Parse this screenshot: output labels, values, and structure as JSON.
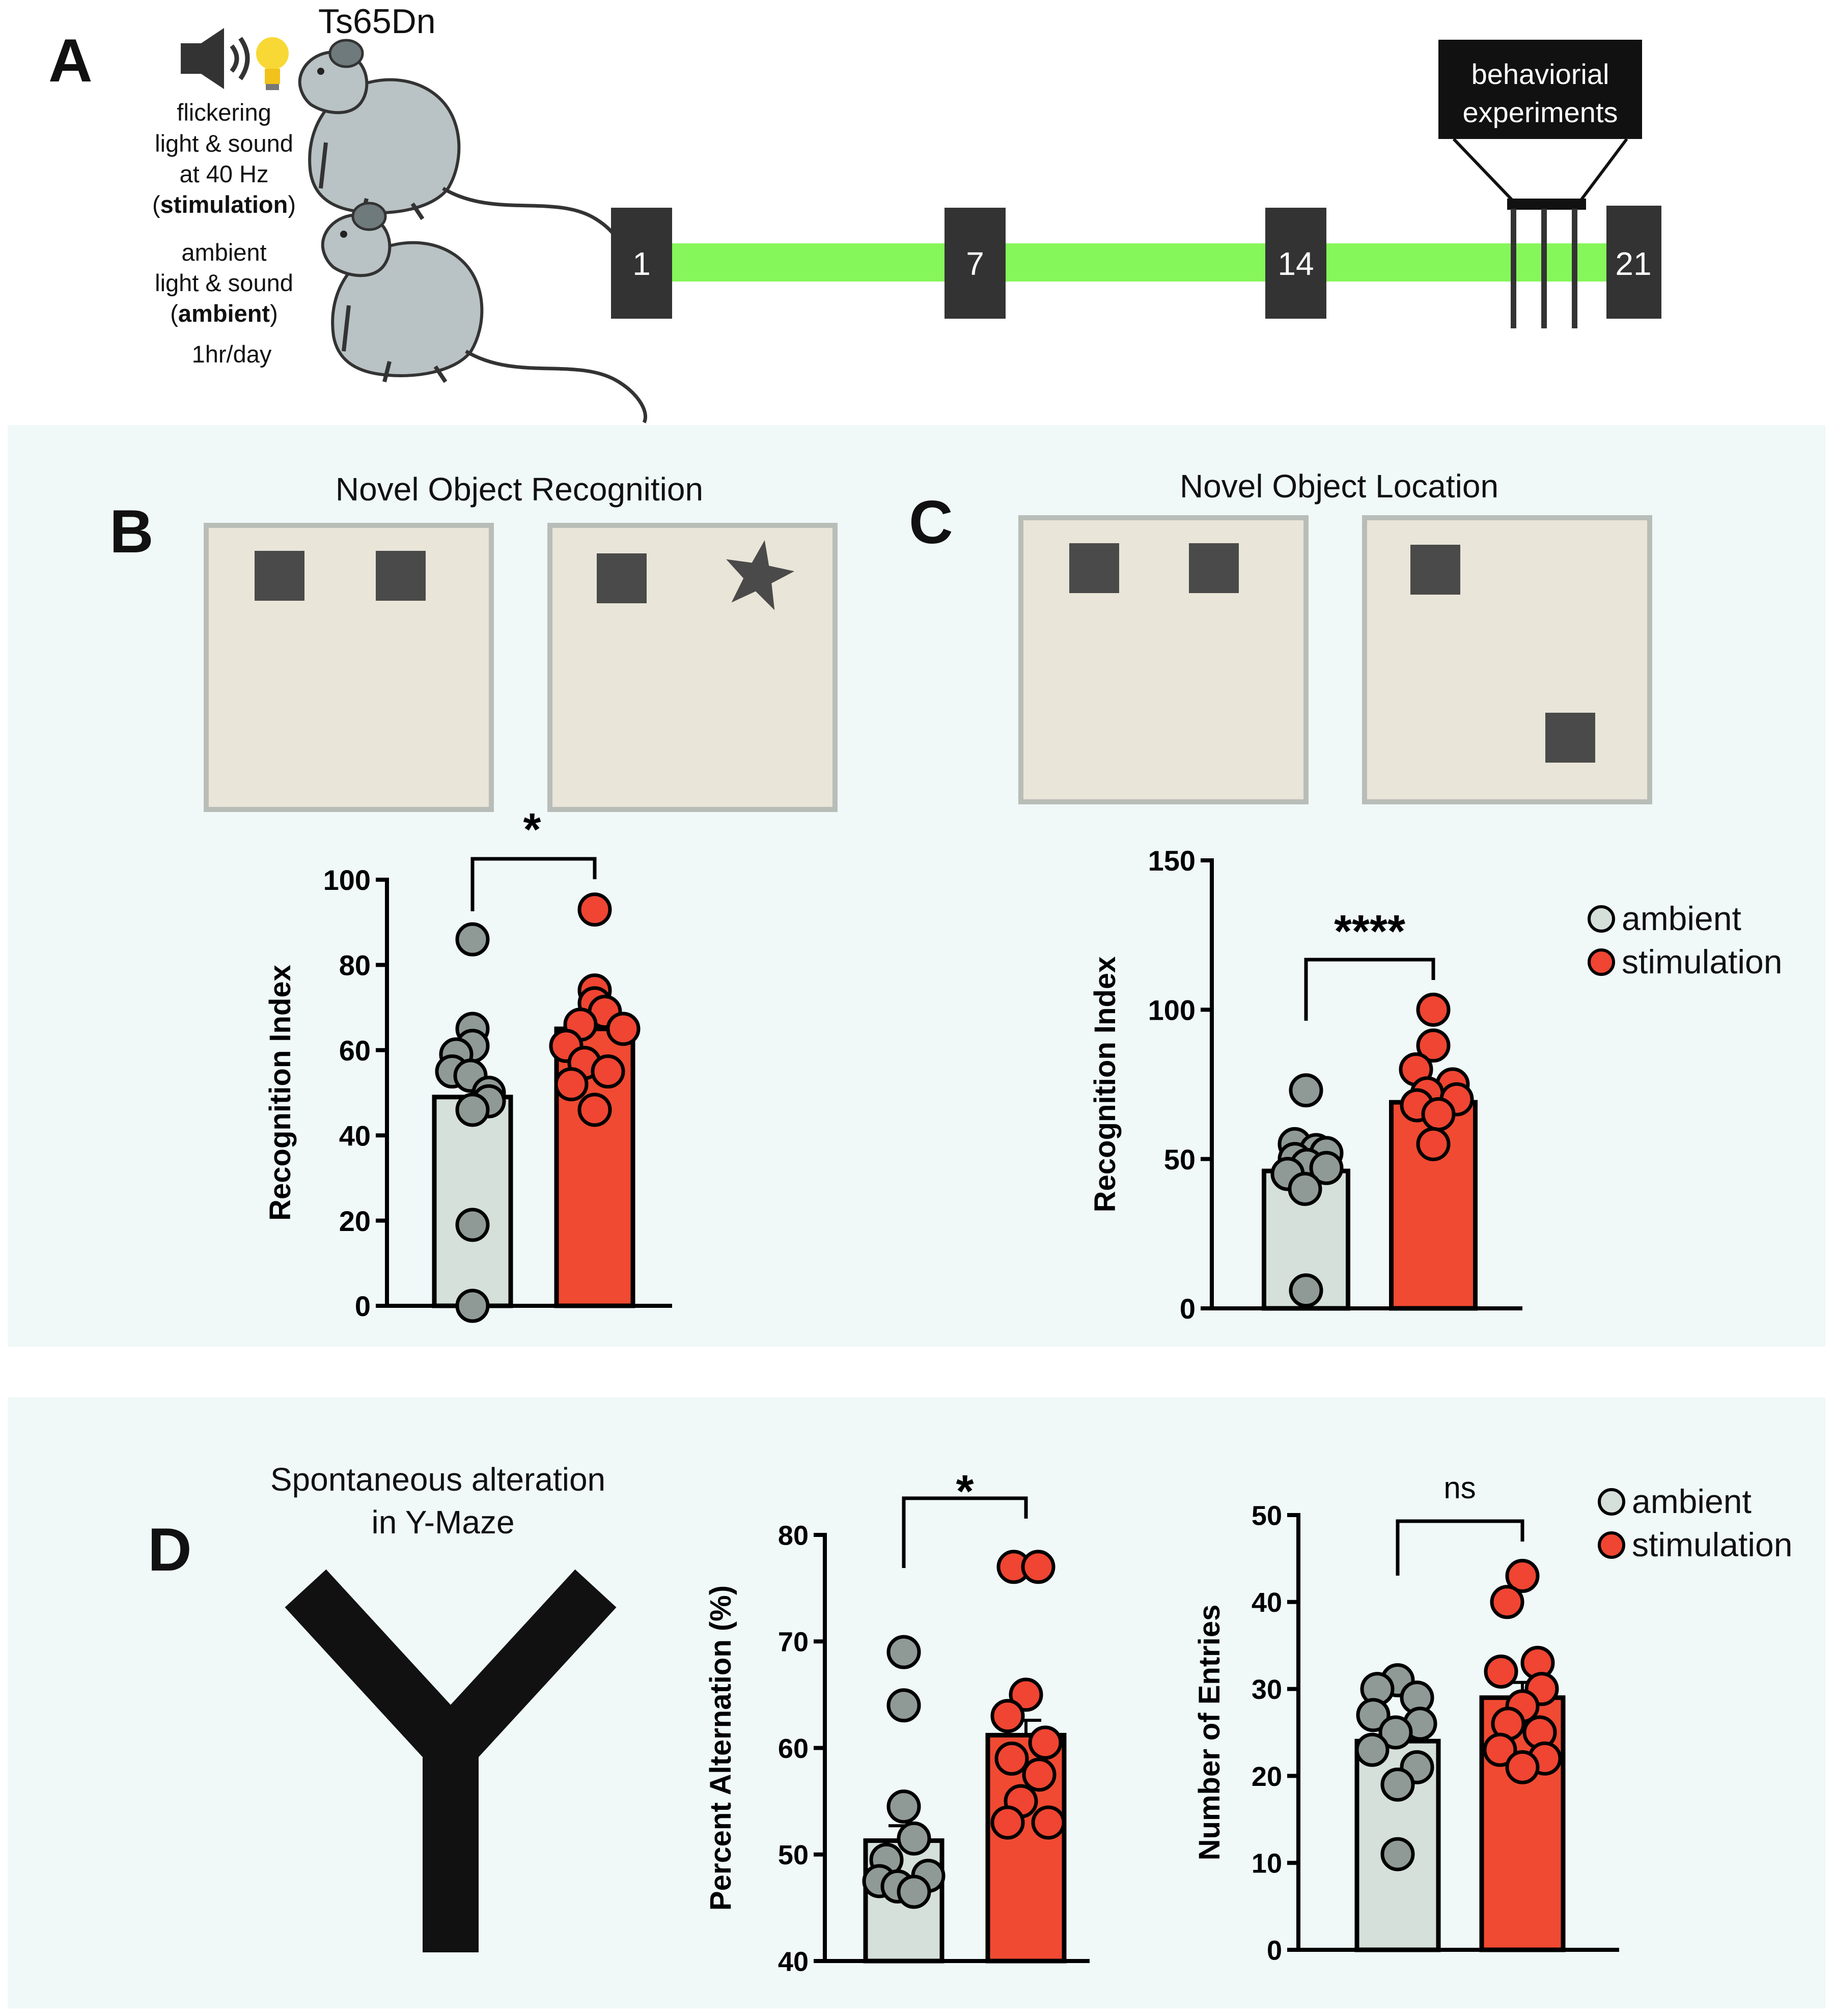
{
  "panel_a": {
    "label": "A",
    "strain": "Ts65Dn",
    "stim_lines": [
      "flickering",
      "light & sound",
      "at 40 Hz"
    ],
    "stim_bold": "stimulation",
    "amb_lines": [
      "ambient",
      "light & sound"
    ],
    "amb_bold": "ambient",
    "schedule": "1hr/day",
    "days": [
      "1",
      "7",
      "14",
      "21"
    ],
    "behav_lines": [
      "behaviorial",
      "experiments"
    ]
  },
  "panel_b": {
    "label": "B",
    "title": "Novel Object Recognition",
    "sig": "*"
  },
  "panel_c": {
    "label": "C",
    "title": "Novel Object Location",
    "sig": "****"
  },
  "panel_d": {
    "label": "D",
    "title_lines": [
      "Spontaneous alteration",
      "in Y-Maze"
    ],
    "sig_alt": "*",
    "sig_entries": "ns"
  },
  "colors": {
    "green_bar": "#86f75a",
    "ambient_bar": "#d5e0da",
    "ambient_point": "#8f9a96",
    "stim_bar": "#f04a32",
    "stim_point": "#ef4532",
    "arena": "#e9e5d8",
    "panel_bg": "#f0f8f8"
  },
  "chart_data": [
    {
      "id": "B",
      "type": "bar",
      "ylabel": "Recognition Index",
      "ylim": [
        0,
        100
      ],
      "yticks": [
        0,
        20,
        40,
        60,
        80,
        100
      ],
      "categories": [
        "ambient",
        "stimulation"
      ],
      "means": [
        49,
        65
      ],
      "points": [
        [
          86,
          65,
          61,
          59,
          55,
          54,
          50,
          48,
          46,
          19,
          0
        ],
        [
          93,
          74,
          71,
          69,
          66,
          65,
          61,
          57,
          55,
          52,
          46
        ]
      ]
    },
    {
      "id": "C",
      "type": "bar",
      "ylabel": "Recognition Index",
      "ylim": [
        0,
        150
      ],
      "yticks": [
        0,
        50,
        100,
        150
      ],
      "categories": [
        "ambient",
        "stimulation"
      ],
      "means": [
        46,
        69
      ],
      "legend": [
        "ambient",
        "stimulation"
      ],
      "points": [
        [
          73,
          55,
          53,
          52,
          50,
          48,
          47,
          45,
          40,
          6
        ],
        [
          100,
          88,
          80,
          75,
          72,
          70,
          68,
          65,
          55
        ]
      ]
    },
    {
      "id": "D-alternation",
      "type": "bar",
      "ylabel": "Percent Alternation (%)",
      "ylim": [
        40,
        80
      ],
      "yticks": [
        40,
        50,
        60,
        70,
        80
      ],
      "categories": [
        "ambient",
        "stimulation"
      ],
      "means": [
        51.3,
        61.2
      ],
      "points": [
        [
          69,
          64,
          54.5,
          51.5,
          49.5,
          48,
          47.5,
          47,
          46.5
        ],
        [
          77,
          77,
          65,
          63,
          60.5,
          59,
          57.5,
          55,
          53,
          53
        ]
      ]
    },
    {
      "id": "D-entries",
      "type": "bar",
      "ylabel": "Number of Entries",
      "ylim": [
        0,
        50
      ],
      "yticks": [
        0,
        10,
        20,
        30,
        40,
        50
      ],
      "categories": [
        "ambient",
        "stimulation"
      ],
      "means": [
        24,
        29
      ],
      "legend": [
        "ambient",
        "stimulation"
      ],
      "points": [
        [
          31,
          30,
          29,
          27,
          26,
          25,
          23,
          21,
          19,
          11
        ],
        [
          43,
          40,
          33,
          32,
          30,
          28,
          26,
          25,
          23,
          22,
          21
        ]
      ]
    }
  ]
}
